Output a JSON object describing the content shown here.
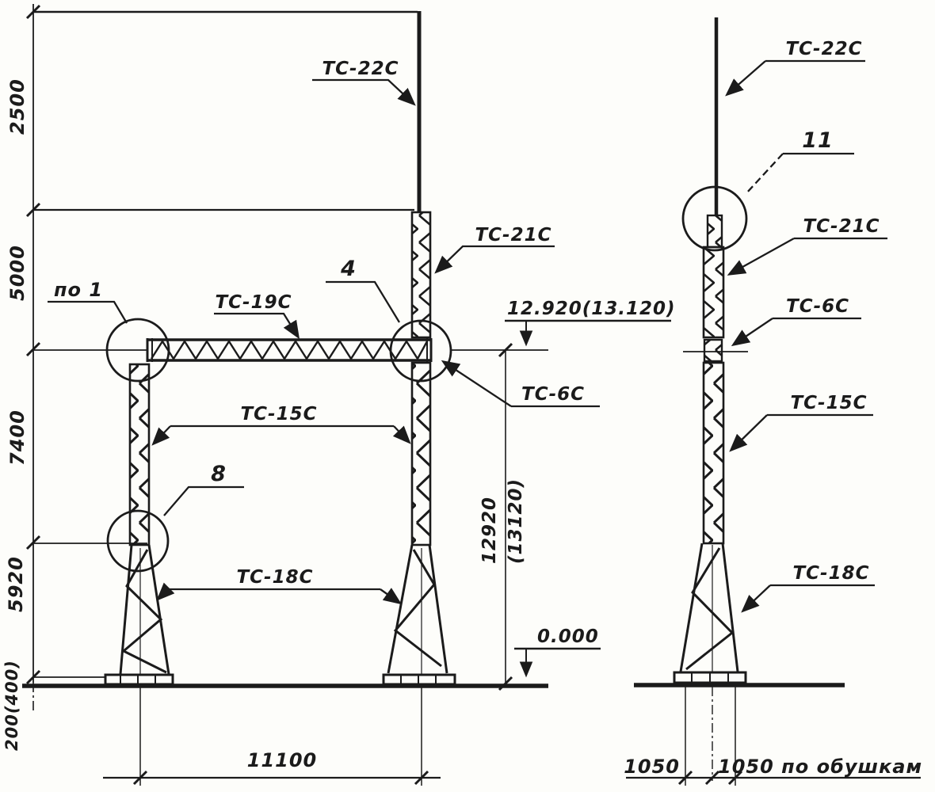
{
  "drawing_title": "lattice-pole-portal-assembly",
  "colors": {
    "ink": "#1b1b1b",
    "paper": "#fdfdfa"
  },
  "front_view": {
    "parts": {
      "ts22": "ТС-22С",
      "ts21": "ТС-21С",
      "ts19": "ТС-19С",
      "ts15": "ТС-15С",
      "ts18": "ТС-18С",
      "ts6": "ТС-6С"
    },
    "callouts": {
      "po1": "по 1",
      "c4": "4",
      "c8": "8"
    },
    "elevations": {
      "top": "12.920(13.120)",
      "zero": "0.000"
    },
    "dimensions": {
      "d2500": "2500",
      "d5000": "5000",
      "d7400": "7400",
      "d5920": "5920",
      "d200_400": "200(400)",
      "d11100": "11100",
      "total": "12920",
      "total_alt": "(13120)"
    }
  },
  "side_view": {
    "parts": {
      "ts22": "ТС-22С",
      "ts21": "ТС-21С",
      "ts6": "ТС-6С",
      "ts15": "ТС-15С",
      "ts18": "ТС-18С"
    },
    "callouts": {
      "c11": "11"
    },
    "dimensions": {
      "d1050": "1050",
      "d1050_heels": "1050 по обушкам"
    }
  }
}
